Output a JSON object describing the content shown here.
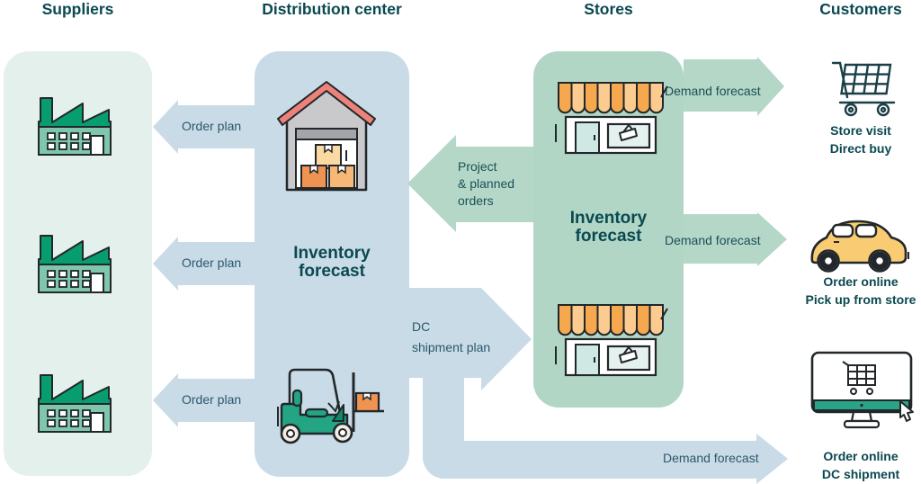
{
  "headers": {
    "suppliers": "Suppliers",
    "distribution_center": "Distribution center",
    "stores": "Stores",
    "customers": "Customers"
  },
  "dc": {
    "inventory_forecast": "Inventory forecast"
  },
  "stores_panel": {
    "inventory_forecast": "Inventory forecast"
  },
  "arrows": {
    "order_plan": "Order plan",
    "project_orders": [
      "Project",
      "& planned",
      "orders"
    ],
    "dc_shipment": [
      "DC",
      "shipment plan"
    ],
    "demand_forecast": "Demand forecast"
  },
  "customers": {
    "store_visit": [
      "Store visit",
      "Direct buy"
    ],
    "pickup": [
      "Order online",
      "Pick up from store"
    ],
    "online": [
      "Order online",
      "DC shipment"
    ]
  },
  "icon_names": [
    "factory-icon",
    "warehouse-icon",
    "forklift-icon",
    "storefront-icon",
    "shopping-cart-icon",
    "car-icon",
    "monitor-online-shop-icon",
    "cursor-icon"
  ],
  "colors": {
    "panel-suppliers": "#e4f0eb",
    "panel-dc": "#c9dbe7",
    "panel-stores": "#b2d6c6",
    "arrow-blue": "#c9dbe7",
    "arrow-green": "#b4d7c8",
    "heading-text": "#0a4950",
    "label-blue": "#2b586c",
    "label-green": "#1c4f55",
    "ink": "#21272a",
    "ink-teal": "#1b3f47",
    "fac-dark": "#089d6f",
    "fac-light": "#7fc6ad",
    "wall-gray": "#c9c9cb",
    "wall-gray2": "#a5a5a9",
    "roof-salmon": "#ee827b",
    "box-peach": "#fbd9a2",
    "box-orange": "#ef9352",
    "box-mid": "#f7b877",
    "awn-dark": "#f6a84e",
    "awn-light": "#fbcb90",
    "mint-door": "#cfe8e3",
    "mint-win": "#e4f1ee",
    "fk-teal": "#23a584",
    "fk-dark": "#0d8a66",
    "cream": "#f2ece2",
    "car-yellow": "#f9cc74",
    "mon-teal": "#2aa487"
  }
}
